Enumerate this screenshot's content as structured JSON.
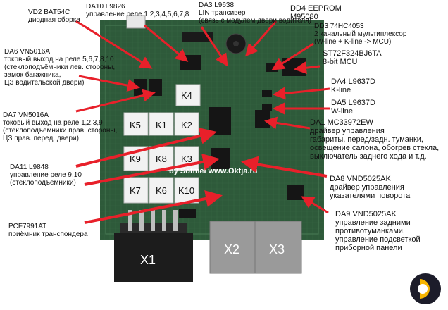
{
  "labels": {
    "vd2": "VD2 BAT54C\nдиодная сборка",
    "da10": "DA10 L9826\nуправление реле 1,2,3,4,5,6,7,8",
    "da3": "DA3 L9638\nLIN трансивер\n(связь с модулем двери водителя)",
    "dd4": "DD4 EEPROM\nM95080",
    "dd3": "DD3 74HC4053\n2 канальный мультиплексор\n(W-line + K-line -> MCU)",
    "st": "ST72F324BJ6TA\n8-bit MCU",
    "da6": "DA6 VN5016A\nтоковый выход на реле 5,6,7,8,10\n(стеклоподъёмники лев. стороны,\nзамок багажника,\nЦЗ водительской двери)",
    "da4": "DA4 L9637D\nK-line",
    "da5": "DA5 L9637D\nW-line",
    "da7": "DA7 VN5016A\nтоковый выход на реле 1,2,3,9\n(стеклоподъёмники прав. стороны,\nЦЗ прав. перед. двери)",
    "da1": "DA1 MC33972EW\nдрайвер управления\nгабариты, перед/задн. туманки,\nосвещение салона, обогрев стекла,\nвыключатель заднего хода и т.д.",
    "da11": "DA11 L9848\nуправление реле 9,10\n(стеклоподъёмники)",
    "da8": "DA8 VND5025AK\nдрайвер управления\nуказателями поворота",
    "da9": "DA9 VND5025AK\nуправление задними\nпротивотуманками,\nуправление подсветкой\nприборной панели",
    "pcf": "PCF7991AT\nприёмник транспондера"
  },
  "relays": [
    "K4",
    "K5",
    "K1",
    "K2",
    "K9",
    "K8",
    "K3",
    "K7",
    "K6",
    "K10"
  ],
  "connectors": [
    "X1",
    "X2",
    "X3"
  ],
  "watermark": "by Sotmel   www.Oktja.ru",
  "colors": {
    "pcb": "#2e5a3a",
    "arrow": "#e8202a",
    "relay": "#f2f2f2"
  },
  "logo_icon": "circle-logo-icon"
}
